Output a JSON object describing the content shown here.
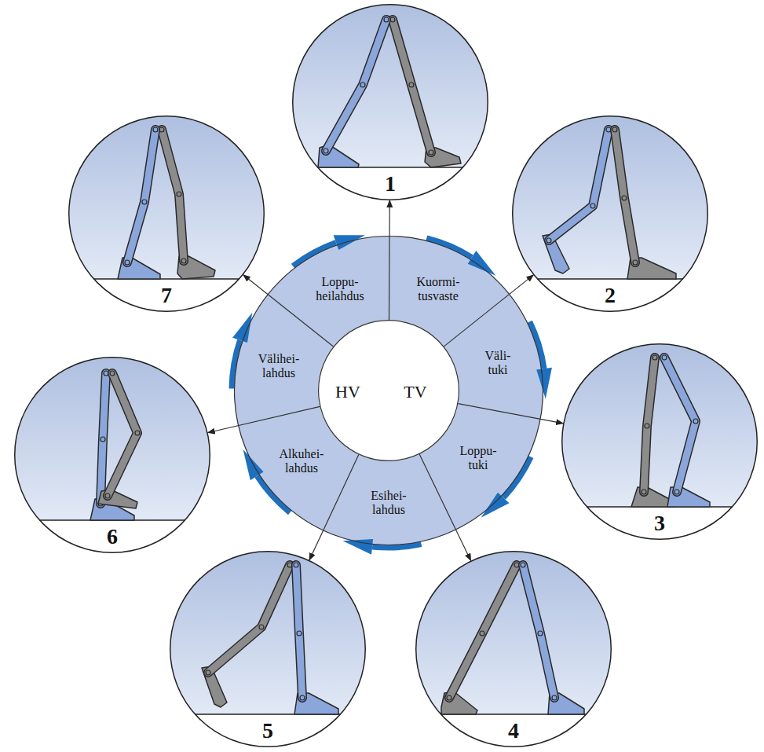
{
  "diagram": {
    "nodes": [
      {
        "text": [
          "Kuormi- tusvaste",
          "Väli- tuki",
          "Loppu- tuki",
          "Esihei- lahdus",
          "Alkuhei- lahdus",
          "Välihei- lahdus",
          "Loppu- heilahdus"
        ]
      },
      {
        "text": [
          "HV",
          "TV"
        ],
        "in": 0
      },
      {
        "text": [
          "1"
        ]
      },
      {
        "text": [
          "2"
        ]
      },
      {
        "text": [
          "3"
        ]
      },
      {
        "text": [
          "4"
        ]
      },
      {
        "text": [
          "5"
        ]
      },
      {
        "text": [
          "6"
        ]
      },
      {
        "text": [
          "7"
        ]
      }
    ],
    "edges": [
      {
        "from": 1,
        "to": 2,
        "arrow": "to"
      },
      {
        "from": 1,
        "to": 3,
        "arrow": "to"
      },
      {
        "from": 1,
        "to": 4,
        "arrow": "to"
      },
      {
        "from": 1,
        "to": 5,
        "arrow": "to"
      },
      {
        "from": 1,
        "to": 6,
        "arrow": "to"
      },
      {
        "from": 1,
        "to": 7,
        "arrow": "to"
      },
      {
        "from": 1,
        "to": 8,
        "arrow": "to"
      }
    ]
  }
}
